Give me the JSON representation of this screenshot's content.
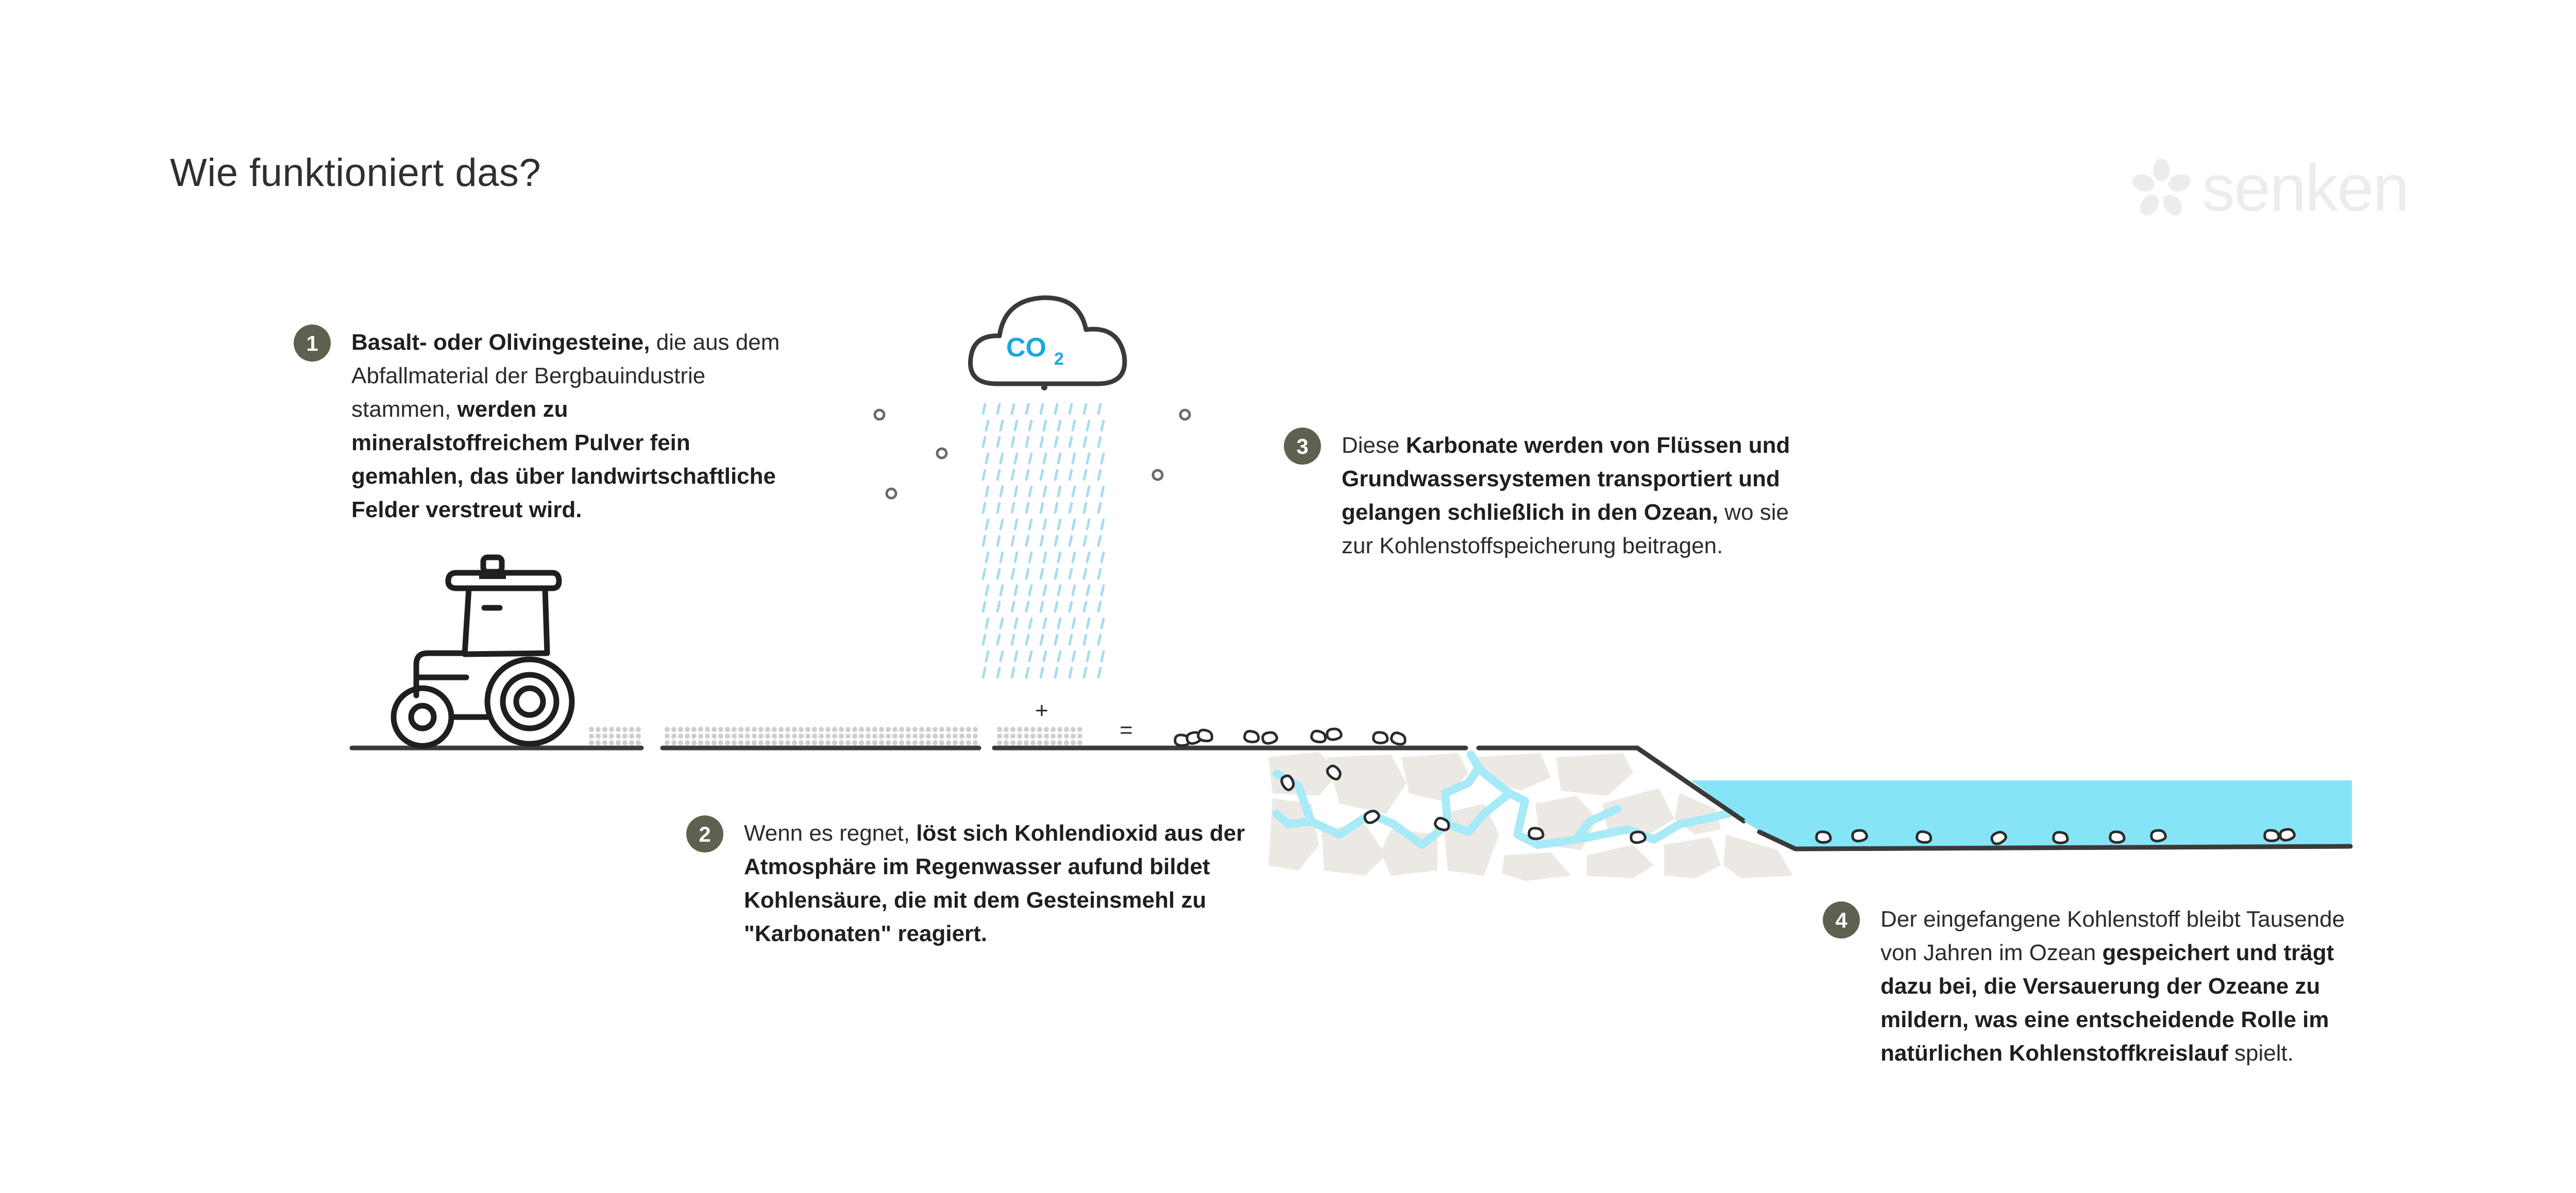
{
  "title": "Wie funktioniert das?",
  "logo": {
    "text": "senken",
    "color": "#ececec"
  },
  "cloud_label": {
    "main": "CO",
    "sub": "2"
  },
  "operators": {
    "plus": "+",
    "equals": "="
  },
  "colors": {
    "accent_water": "#85e5f6",
    "rain": "#a7dcee",
    "badge": "#5e6050",
    "ground_line": "#3a3a3a",
    "rock_fill": "#ece9e4",
    "co2_text": "#1aa7e0"
  },
  "steps": [
    {
      "number": "1",
      "segments": [
        {
          "text": "Basalt- oder Olivingesteine,",
          "bold": true
        },
        {
          "text": " die aus dem Abfallmaterial der Bergbauindustrie stammen, ",
          "bold": false
        },
        {
          "text": "werden zu mineralstoffreichem Pulver fein gemahlen, das über landwirtschaftliche Felder verstreut wird.",
          "bold": true
        }
      ]
    },
    {
      "number": "2",
      "segments": [
        {
          "text": "Wenn es regnet, ",
          "bold": false
        },
        {
          "text": "löst sich Kohlendioxid aus der Atmosphäre im Regenwasser aufund bildet Kohlensäure, die mit dem Gesteinsmehl zu \"Karbonaten\" reagiert.",
          "bold": true
        }
      ]
    },
    {
      "number": "3",
      "segments": [
        {
          "text": "Diese ",
          "bold": false
        },
        {
          "text": "Karbonate werden von Flüssen und Grundwassersystemen transportiert und gelangen schließlich in den Ozean,",
          "bold": true
        },
        {
          "text": " wo sie zur Kohlenstoffspeicherung beitragen.",
          "bold": false
        }
      ]
    },
    {
      "number": "4",
      "segments": [
        {
          "text": "Der eingefangene Kohlenstoff bleibt Tausende von Jahren im Ozean ",
          "bold": false
        },
        {
          "text": "gespeichert und trägt dazu bei, die Versauerung der Ozeane zu mildern, was eine entscheidende Rolle im natürlichen Kohlenstoffkreislauf",
          "bold": true
        },
        {
          "text": " spielt.",
          "bold": false
        }
      ]
    }
  ]
}
